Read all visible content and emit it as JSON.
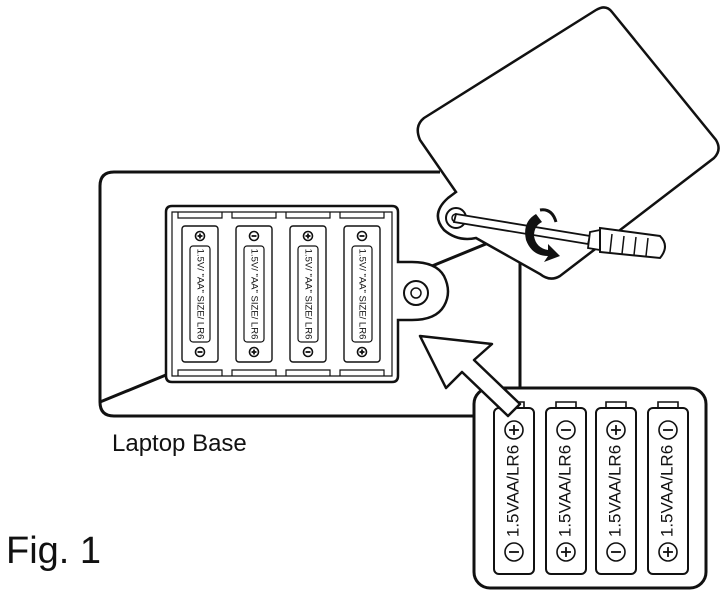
{
  "labels": {
    "base": "Laptop Base",
    "figure": "Fig. 1"
  },
  "compartment_batteries": [
    {
      "text": "1.5V/ \"AA\" SIZE/ LR6",
      "top": "plus",
      "bottom": "minus"
    },
    {
      "text": "1.5V/ \"AA\" SIZE/ LR6",
      "top": "minus",
      "bottom": "plus"
    },
    {
      "text": "1.5V/ \"AA\" SIZE/ LR6",
      "top": "plus",
      "bottom": "minus"
    },
    {
      "text": "1.5V/ \"AA\" SIZE/ LR6",
      "top": "minus",
      "bottom": "plus"
    }
  ],
  "detail_batteries": [
    {
      "text": "1.5VAA/LR6",
      "top": "plus",
      "bottom": "minus"
    },
    {
      "text": "1.5VAA/LR6",
      "top": "minus",
      "bottom": "plus"
    },
    {
      "text": "1.5VAA/LR6",
      "top": "plus",
      "bottom": "minus"
    },
    {
      "text": "1.5VAA/LR6",
      "top": "minus",
      "bottom": "plus"
    }
  ],
  "icons": [
    "screwdriver-icon",
    "rotation-arrow-icon",
    "pointer-arrow-icon"
  ],
  "colors": {
    "line": "#111111",
    "background": "#ffffff"
  }
}
